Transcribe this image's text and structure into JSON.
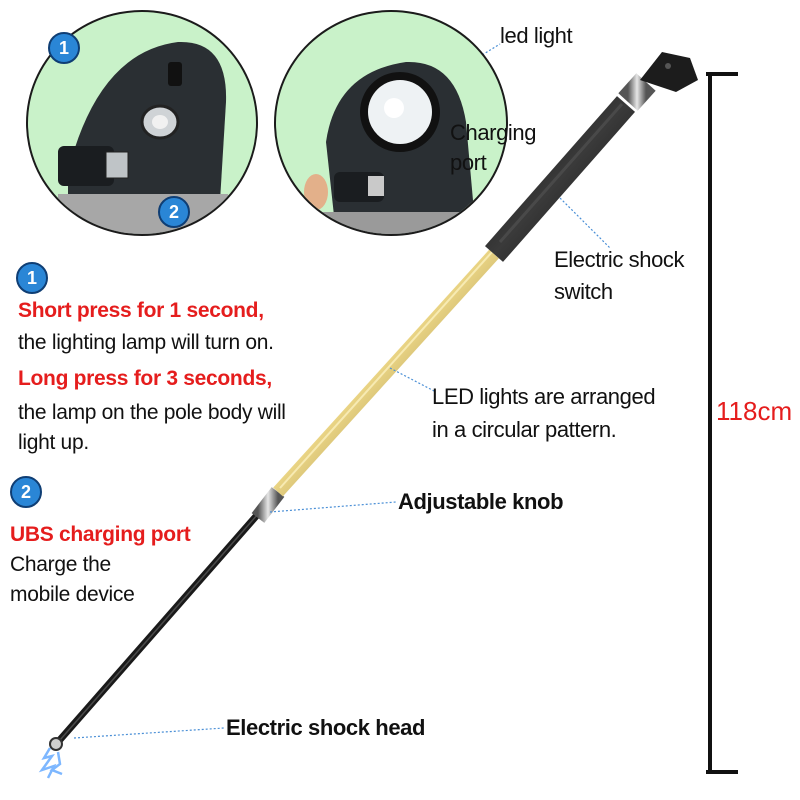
{
  "inset_left": {
    "badge1": "1",
    "badge2": "2"
  },
  "inset_right": {
    "led_label": "led light",
    "charging_port_label": [
      "Charging",
      "port"
    ]
  },
  "labels": {
    "electric_shock_switch": [
      "Electric shock",
      "switch"
    ],
    "led_lights_arranged": [
      "LED lights are arranged",
      "in a circular pattern."
    ],
    "adjustable_knob": "Adjustable knob",
    "electric_shock_head": "Electric shock head",
    "length": "118cm"
  },
  "instructions": {
    "step1": {
      "badge": "1",
      "short_press": "Short press for 1 second,",
      "short_press_result": "the lighting lamp will turn on.",
      "long_press": "Long press for 3 seconds,",
      "long_press_result": [
        "the lamp on the pole body will",
        "light up."
      ]
    },
    "step2": {
      "badge": "2",
      "title": "UBS charging port",
      "text": [
        "Charge the",
        "mobile device"
      ]
    }
  },
  "colors": {
    "accent_red": "#e51d1d",
    "badge_blue": "#2a86d6",
    "inset_green": "#c9f2c9"
  }
}
